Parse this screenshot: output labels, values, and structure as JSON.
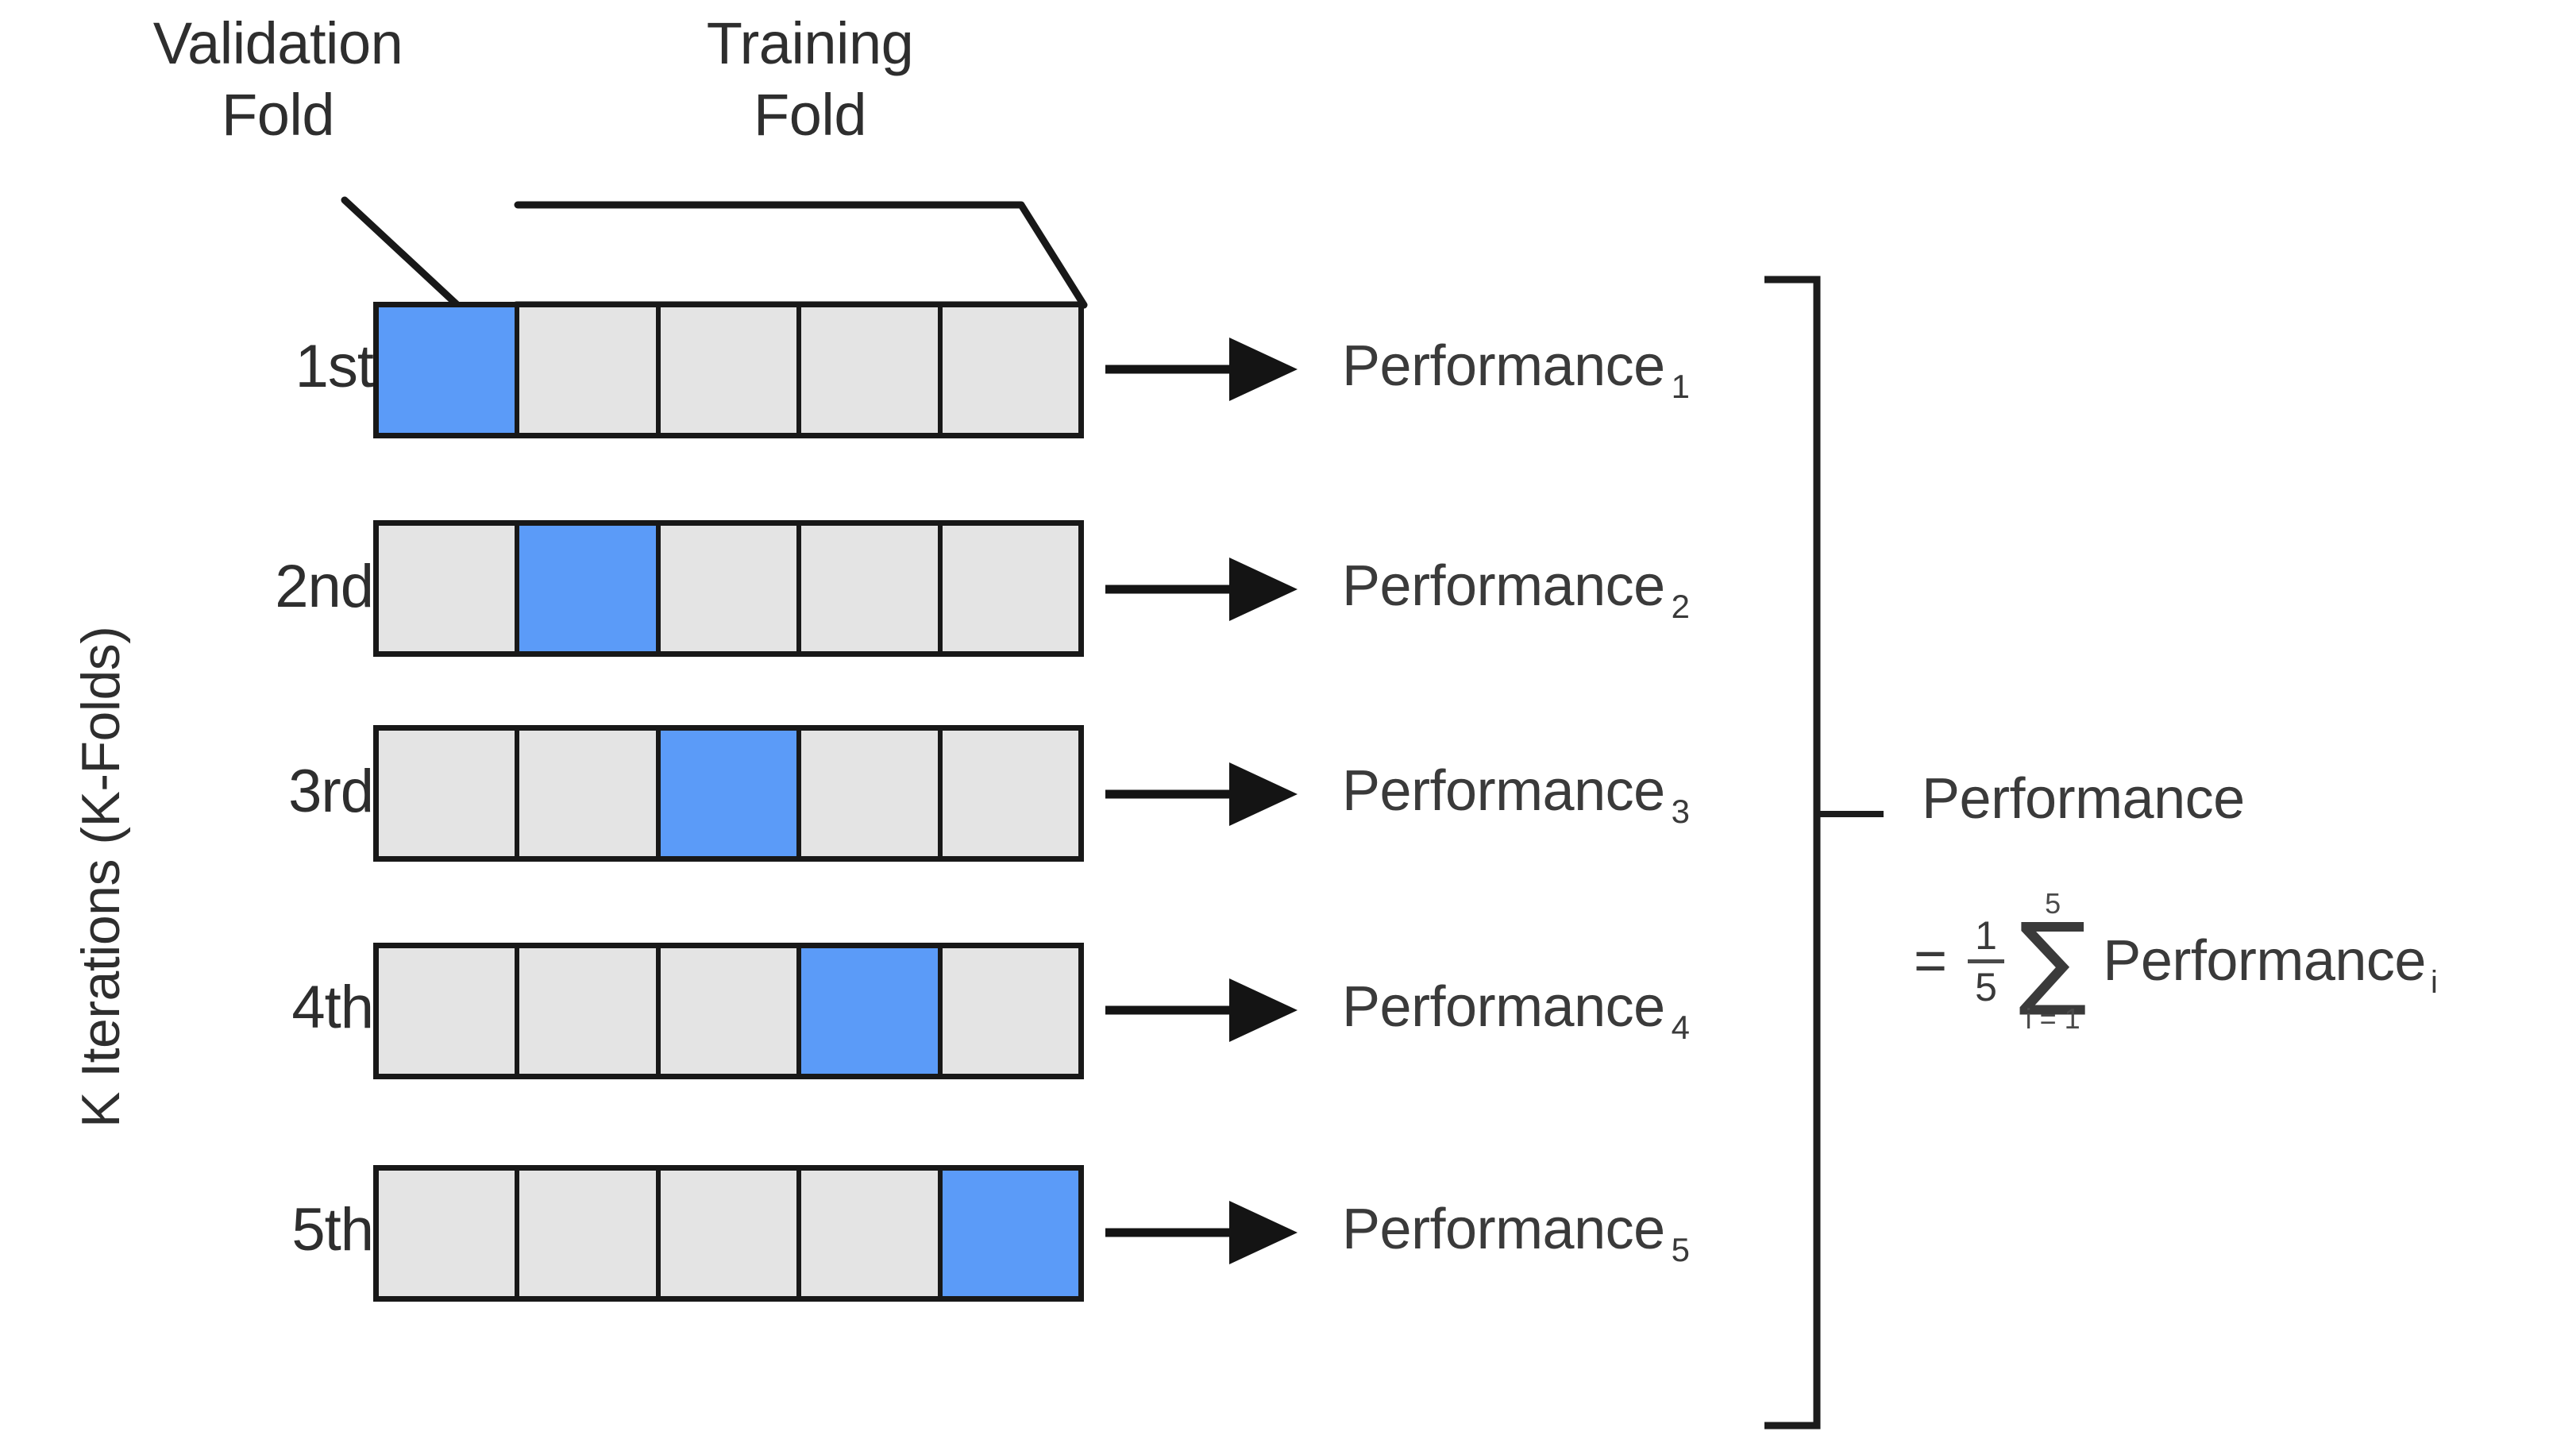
{
  "diagram": {
    "title_validation": "Validation\nFold",
    "title_training": "Training\nFold",
    "axis_caption": "K Iterations (K-Folds)",
    "k": 5,
    "num_cells_per_row": 5,
    "colors": {
      "validation_fold": "#5B9BF8",
      "training_fold": "#E4E4E4",
      "stroke": "#181818",
      "text": "#2E2E2E"
    },
    "rows": [
      {
        "label": "1st",
        "validation_index": 0,
        "output": "Performance",
        "output_subscript": "1"
      },
      {
        "label": "2nd",
        "validation_index": 1,
        "output": "Performance",
        "output_subscript": "2"
      },
      {
        "label": "3rd",
        "validation_index": 2,
        "output": "Performance",
        "output_subscript": "3"
      },
      {
        "label": "4th",
        "validation_index": 3,
        "output": "Performance",
        "output_subscript": "4"
      },
      {
        "label": "5th",
        "validation_index": 4,
        "output": "Performance",
        "output_subscript": "5"
      }
    ],
    "summary": {
      "title": "Performance",
      "equals": "=",
      "fraction_numerator": "1",
      "fraction_denominator": "5",
      "sigma": "∑",
      "sigma_upper": "5",
      "sigma_lower": "i = 1",
      "term": "Performance",
      "term_subscript": "i"
    }
  }
}
